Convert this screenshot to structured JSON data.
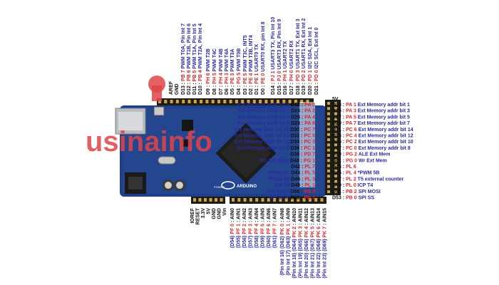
{
  "colors": {
    "accent_red": "#d8262c",
    "label_blue": "#2b2aa0",
    "board_blue": "#1f3f8a",
    "header_black": "#1c1c1c"
  },
  "watermark": {
    "text": "usinainfo",
    "icon": "figure-icon"
  },
  "board": {
    "brand": "ARDUINO",
    "power_label": "POWER"
  },
  "top_cols": [
    [
      "D13 :",
      "PB 7",
      "PWM T0A, Pin Int 7"
    ],
    [
      "D12 :",
      "PB 6",
      "PWM T1B, Pin Int 6"
    ],
    [
      "D11 :",
      "PB 5",
      "PWM T1A, Pin Int 5"
    ],
    [
      "D10 :",
      "PB 4",
      "PWM T2A, Pin Int 4"
    ],
    [
      "D9 :",
      "PH 6",
      "PWM T2B"
    ],
    [
      "D8 :",
      "PH 5",
      "PWM T4C"
    ],
    [
      "D7 :",
      "PH 4",
      "PWM T4B"
    ],
    [
      "D6 :",
      "PH 3",
      "PWM T4A"
    ],
    [
      "D5 :",
      "PE 3",
      "PWM T3A"
    ],
    [
      "D4 :",
      "PG 5",
      "PWM T0B"
    ],
    [
      "D3 :",
      "PE 5",
      "PWM T3C, INT5"
    ],
    [
      "D2 :",
      "PE 4",
      "PWM T3B, INT4"
    ],
    [
      "D1 :",
      "PE 1",
      "USART0 TX"
    ],
    [
      "D0 :",
      "PE 0",
      "USART0 RX, pin Int 8"
    ],
    [
      "D14 :",
      "PJ 1",
      "USART3 TX, Pin Int 10"
    ],
    [
      "D15 :",
      "PJ 0",
      "USART3 RX, Pin Int 9"
    ],
    [
      "D16 :",
      "PH 1",
      "USART2 TX"
    ],
    [
      "D17 :",
      "PH 0",
      "USART2 RX"
    ],
    [
      "D18 :",
      "PD 3",
      "USART1 TX, Ext Int 3"
    ],
    [
      "D19 :",
      "PD 2",
      "USART1 RX, Ext Int 2"
    ],
    [
      "D20 :",
      "PD 1",
      "I2C SDA, Ext Int 1"
    ],
    [
      "D21 :",
      "PD 0",
      "I2C SCL, Ext Int 0"
    ]
  ],
  "top_header_labels": [
    "AREF",
    "GND"
  ],
  "right_5v": "5V",
  "right_rows": [
    [
      "D23 :",
      "PA 1",
      "Ext Memory addr bit 1"
    ],
    [
      "D25 :",
      "PA 3",
      "Ext Memory addr bit 3"
    ],
    [
      "D27 :",
      "PA 5",
      "Ext Memory addr bit 5"
    ],
    [
      "D29 :",
      "PA 7",
      "Ext Memory addr bit 7"
    ],
    [
      "D31 :",
      "PC 6",
      "Ext Memory addr bit 14"
    ],
    [
      "D33 :",
      "PC 4",
      "Ext Memory addr bit 12"
    ],
    [
      "D35 :",
      "PC 2",
      "Ext Memory addr bit 10"
    ],
    [
      "D37 :",
      "PC 0",
      "Ext Memory addr bit 8"
    ],
    [
      "D39 :",
      "PG 2",
      "ALE Ext Mem"
    ],
    [
      "D41 :",
      "PG 0",
      "Wr Ext Mem"
    ],
    [
      "D43 :",
      "PL 6",
      ""
    ],
    [
      "D45 :",
      "PL 4",
      "*PWM 5B"
    ],
    [
      "D47 :",
      "PL 2",
      "T5 external counter"
    ],
    [
      "D49 :",
      "PL 0",
      "ICP T4"
    ],
    [
      "D51 :",
      "PB 2",
      "SPI MOSI"
    ],
    [
      "D53 :",
      "PB 0",
      "SPI SS"
    ]
  ],
  "inner_rows": [
    [
      "Ext Memory addr bit 0",
      "D22 :",
      "PA 0"
    ],
    [
      "Ext Memory addr bit 2",
      "D24 :",
      "PA 2"
    ],
    [
      "Ext Memory addr bit 4",
      "D26 :",
      "PA 4"
    ],
    [
      "Ext Memory addr bit 6",
      "D28 :",
      "PA 6"
    ],
    [
      "Ext Memory addr bit 15",
      "D30 :",
      "PC 7"
    ],
    [
      "Ext Memory addr bit 13",
      "D32 :",
      "PC 5"
    ],
    [
      "Ext Memory addr bit 11",
      "D34 :",
      "PC 3"
    ],
    [
      "Ext Memory addr bit 9",
      "D36 :",
      "PC 1"
    ],
    [
      "",
      "D38 :",
      "PD 7"
    ],
    [
      "RD Ext Mem",
      "D40 :",
      "PG 1"
    ],
    [
      "",
      "D42 :",
      "PL 7"
    ],
    [
      "*PWM 5C",
      "D44 :",
      "PL 5"
    ],
    [
      "*PWM 5A",
      "D46 :",
      "PL 3"
    ],
    [
      "ICP T5",
      "D48 :",
      "PL 1"
    ],
    [
      "SPI MISO",
      "D50 :",
      "PB 3"
    ],
    [
      "SPI SCK",
      "D52 :",
      "PB 1"
    ]
  ],
  "bottom_power": [
    "IOREF",
    "RESET",
    "3.3V",
    "5V",
    "GND",
    "GND",
    "Vin"
  ],
  "bottom_analog1": [
    [
      "(D54)",
      "PF 0",
      ": AIN0"
    ],
    [
      "(D55)",
      "PF 1",
      ": AIN1"
    ],
    [
      "(D56)",
      "PF 2",
      ": AIN2"
    ],
    [
      "(D57)",
      "PF 3",
      ": AIN3"
    ],
    [
      "(D58)",
      "PF 4",
      ": AIN4"
    ],
    [
      "(D59)",
      "PF 5",
      ": AIN5"
    ],
    [
      "(D60)",
      "PF 6",
      ": AIN6"
    ],
    [
      "(D61)",
      "PF 7",
      ": AIN7"
    ]
  ],
  "bottom_analog2": [
    [
      "(Pin Int 16) (D62)",
      "PK 0",
      ": AIN8"
    ],
    [
      "(Pin Int 17) (D63)",
      "PK 1",
      ": AIN9"
    ],
    [
      "(Pin Int 18) (D64)",
      "PK 2",
      ": AIN10"
    ],
    [
      "(Pin Int 19) (D65)",
      "PK 3",
      ": AIN11"
    ],
    [
      "(Pin Int 20) (D66)",
      "PK 4",
      ": AIN12"
    ],
    [
      "(Pin Int 21) (D67)",
      "PK 5",
      ": AIN13"
    ],
    [
      "(Pin Int 22) (D68)",
      "PK 6",
      ": AIN14"
    ],
    [
      "(Pin Int 23) (D69)",
      "PK 7",
      ": AIN15"
    ]
  ]
}
